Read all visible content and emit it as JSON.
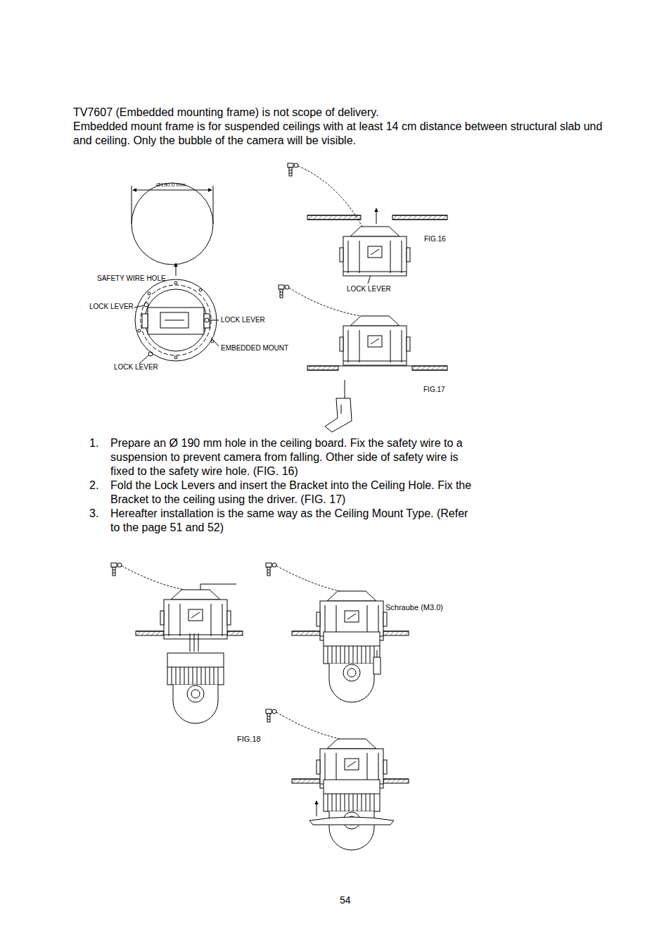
{
  "diagram": {
    "labels": [
      "TV7607 (Embedded mounting frame) is not scope of delivery.",
      "Embedded mount frame is for suspended ceilings with at least 14 cm distance between structural slab und and ceiling. Only the bubble of the camera will be visible.",
      "Ø190.0 mm",
      "SAFETY WIRE HOLE",
      "LOCK LEVER",
      "LOCK LEVER",
      "EMBEDDED MOUNT",
      "LOCK LEVER",
      "FIG.16",
      "LOCK LEVER",
      "FIG.17",
      "1.",
      "Prepare an Ø 190 mm hole in the ceiling board. Fix the safety wire to a suspension to prevent camera from falling. Other side of safety wire is fixed to the safety wire hole. (FIG. 16)",
      "2.",
      "Fold the Lock Levers and insert the Bracket into the Ceiling Hole. Fix the Bracket to the ceiling using the driver. (FIG. 17)",
      "3.",
      "Hereafter installation is the same way as the Ceiling Mount Type. (Refer to the page 51 and 52)",
      "Schraube (M3.0)",
      "FIG.18",
      "54"
    ]
  }
}
